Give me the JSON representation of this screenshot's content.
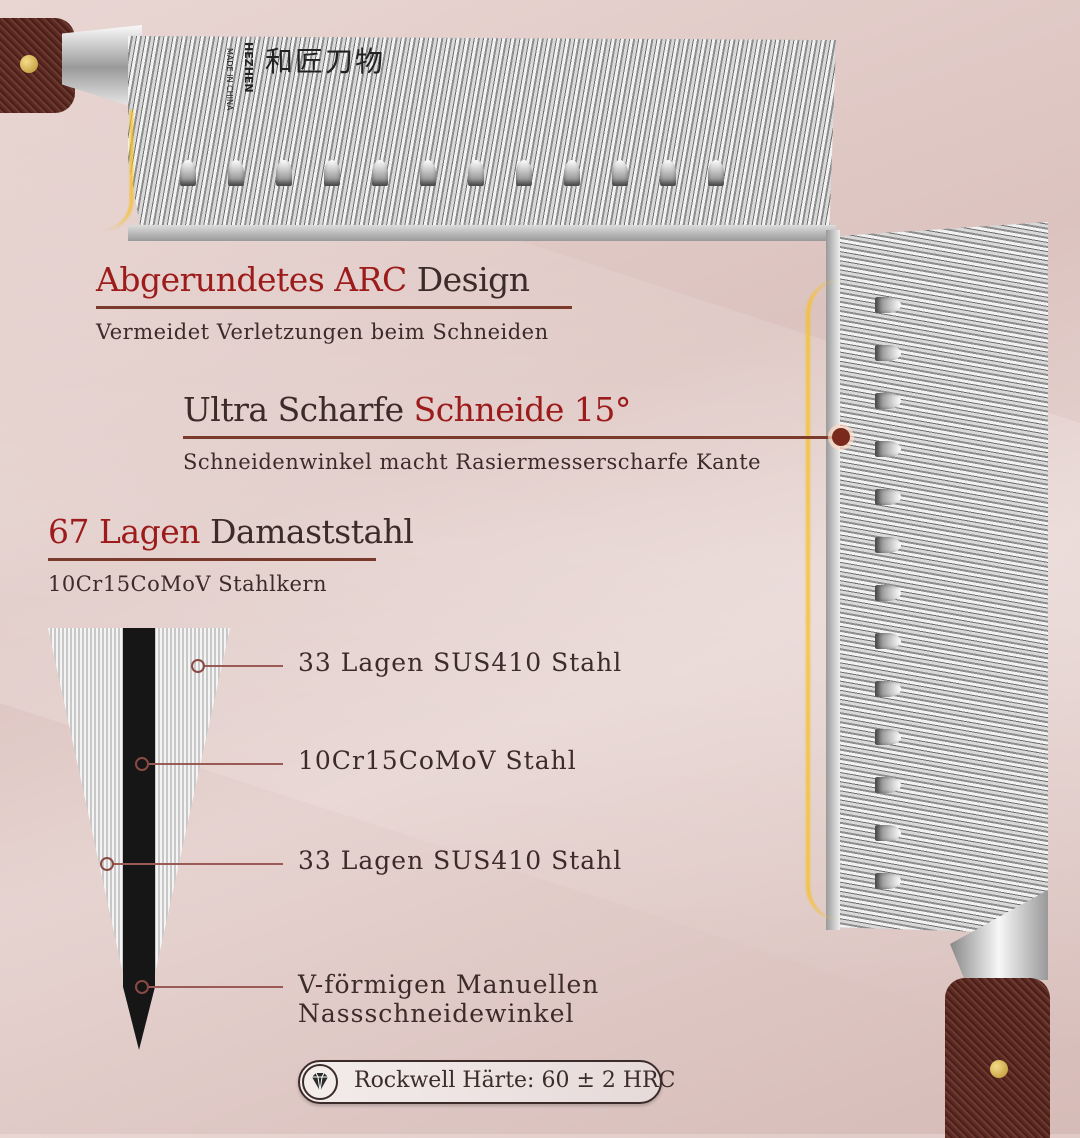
{
  "brand_logo": {
    "name": "HEZHEN",
    "origin": "MADE IN CHINA",
    "kanji": "和匠刀物"
  },
  "features": [
    {
      "highlight": "Abgerundetes ARC",
      "rest": " Design",
      "sub": "Vermeidet Verletzungen beim Schneiden"
    },
    {
      "prefix": "Ultra Scharfe ",
      "highlight": "Schneide 15°",
      "sub": "Schneidenwinkel macht Rasiermesserscharfe Kante"
    },
    {
      "highlight": "67 Lagen",
      "rest": " Damaststahl",
      "sub": "10Cr15CoMoV Stahlkern"
    }
  ],
  "layers": [
    {
      "label": "33 Lagen SUS410 Stahl"
    },
    {
      "label": "10Cr15CoMoV Stahl"
    },
    {
      "label": "33 Lagen SUS410 Stahl"
    },
    {
      "label": "V-förmigen Manuellen",
      "label2": "Nassschneidewinkel"
    }
  ],
  "badge": {
    "icon": "diamond-icon",
    "label": "Rockwell Härte: 60 ± 2 HRC"
  },
  "colors": {
    "accent_red": "#9c1b1b",
    "text_dark": "#3b2b29",
    "rule": "#7a3a2c"
  }
}
